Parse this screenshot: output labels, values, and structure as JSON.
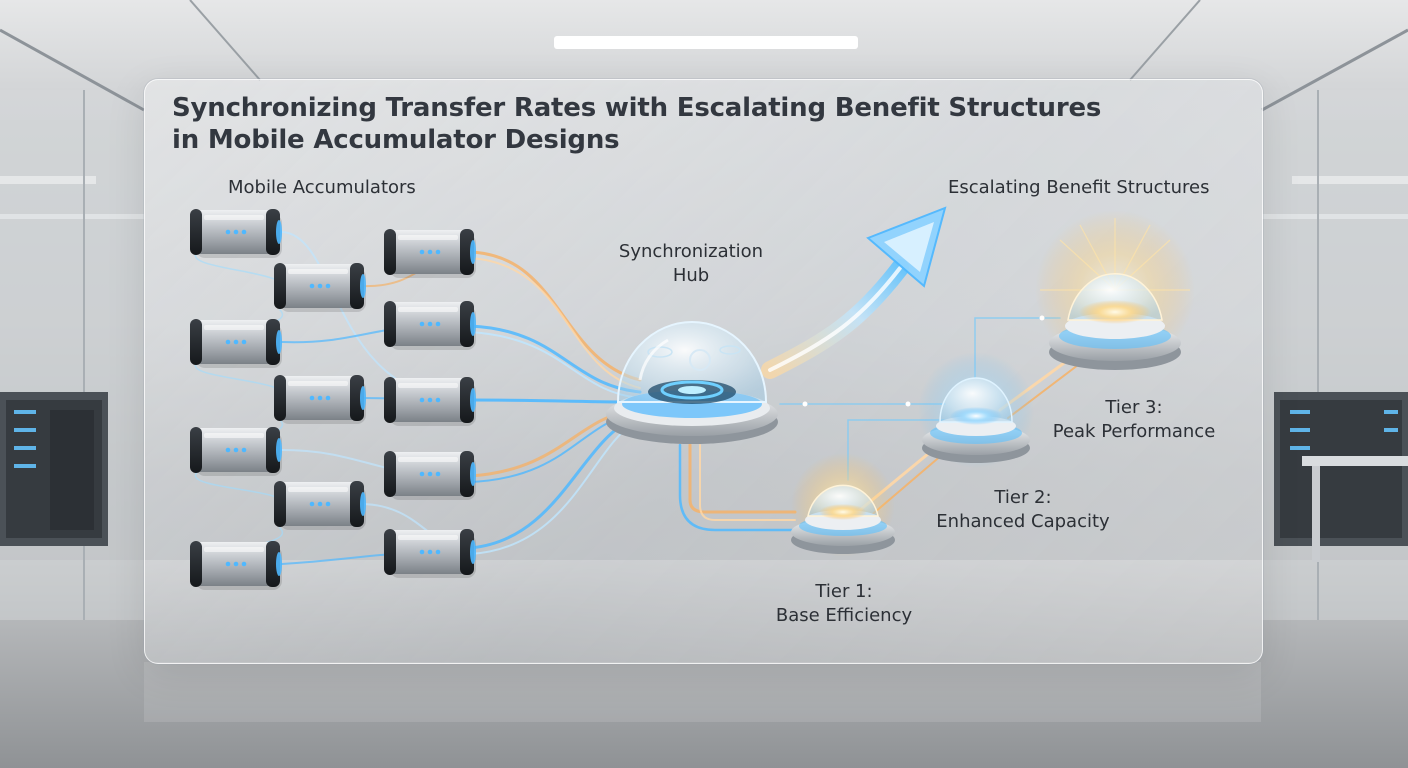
{
  "title": {
    "line1": "Synchronizing Transfer Rates with Escalating Benefit Structures",
    "line2": "in Mobile Accumulator Designs"
  },
  "sections": {
    "accumulators": "Mobile Accumulators",
    "benefits": "Escalating Benefit Structures"
  },
  "hub": {
    "line1": "Synchronization",
    "line2": "Hub"
  },
  "tiers": [
    {
      "line1": "Tier 1:",
      "line2": "Base Efficiency"
    },
    {
      "line1": "Tier 2:",
      "line2": "Enhanced Capacity"
    },
    {
      "line1": "Tier 3:",
      "line2": "Peak Performance"
    }
  ],
  "colors": {
    "flow_blue": "#4fb8ff",
    "flow_orange": "#f4b26a",
    "glow_white": "#fff6d8",
    "battery_body": "#b9bec4",
    "battery_cap": "#1e2227"
  }
}
